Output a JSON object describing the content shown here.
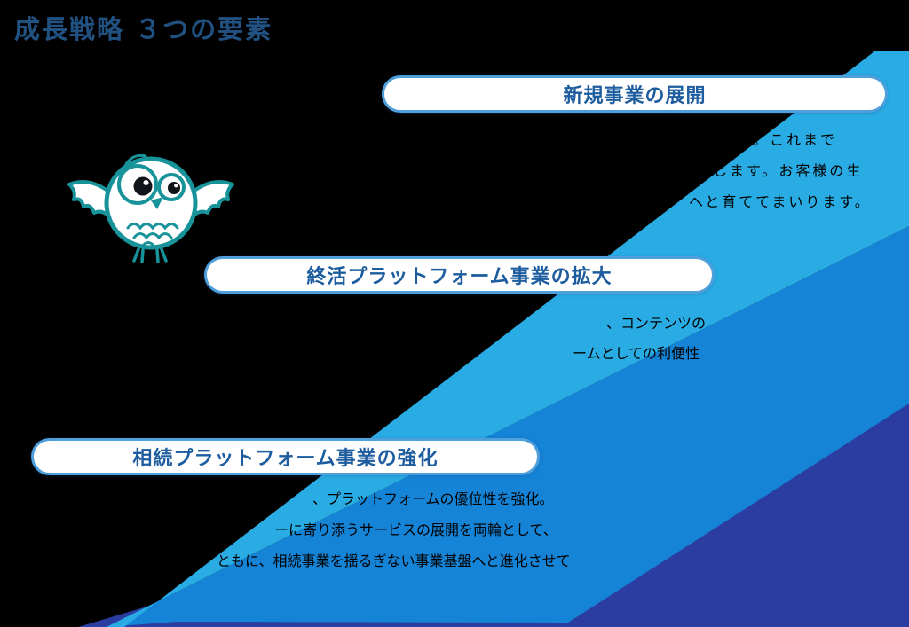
{
  "slide": {
    "title": "成長戦略 ３つの要素"
  },
  "colors": {
    "background": "#000000",
    "title_text": "#215180",
    "pill_fill": "#ffffff",
    "pill_border": "#4f9fdb",
    "pill_text": "#1d5c9e",
    "band_cyan": "#29ace4",
    "band_medium": "#1583d6",
    "band_dark": "#2b3da0",
    "body_text": "#000000",
    "owl_teal": "#18939a",
    "owl_pupil": "#101418"
  },
  "sections": [
    {
      "pill_label": "新規事業の展開",
      "fragments": [
        {
          "text": "。これまで"
        },
        {
          "text": "します。お客様の生"
        },
        {
          "text": "へと育ててまいります。"
        }
      ]
    },
    {
      "pill_label": "終活プラットフォーム事業の拡大",
      "fragments": [
        {
          "text": "、コンテンツの"
        },
        {
          "text": "ームとしての利便性"
        }
      ]
    },
    {
      "pill_label": "相続プラットフォーム事業の強化",
      "fragments": [
        {
          "text": "、プラットフォームの優位性を強化。"
        },
        {
          "text": "ーに寄り添うサービスの展開を両輪として、"
        },
        {
          "text": "ともに、相続事業を揺るぎない事業基盤へと進化させて"
        }
      ]
    }
  ],
  "mascot": {
    "name": "owl"
  }
}
